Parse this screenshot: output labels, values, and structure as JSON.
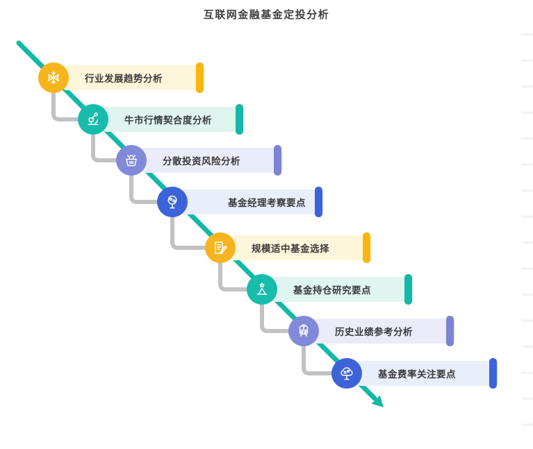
{
  "title": "互联网金融基金定投分析",
  "steps": [
    {
      "label": "行业发展趋势分析",
      "icon": "snowflake-icon",
      "theme": "yellow"
    },
    {
      "label": "牛市行情契合度分析",
      "icon": "microscope-icon",
      "theme": "teal"
    },
    {
      "label": "分散投资风险分析",
      "icon": "basket-icon",
      "theme": "purple"
    },
    {
      "label": "基金经理考察要点",
      "icon": "tree-icon",
      "theme": "blue"
    },
    {
      "label": "规模适中基金选择",
      "icon": "document-pencil-icon",
      "theme": "yellow"
    },
    {
      "label": "基金持仓研究要点",
      "icon": "mountain-star-icon",
      "theme": "teal"
    },
    {
      "label": "历史业绩参考分析",
      "icon": "train-icon",
      "theme": "purple"
    },
    {
      "label": "基金费率关注要点",
      "icon": "money-tree-icon",
      "theme": "blue"
    }
  ],
  "colors": {
    "yellow": {
      "circle": "#f6b51e",
      "pill": "#fdf6da",
      "accent": "#f9b611"
    },
    "teal": {
      "circle": "#17bcab",
      "pill": "#e0f4f0",
      "accent": "#14b8a6"
    },
    "purple": {
      "circle": "#8289d9",
      "pill": "#eaecf9",
      "accent": "#7b83d3"
    },
    "blue": {
      "circle": "#3d63d8",
      "pill": "#e9eefb",
      "accent": "#3d63d8"
    },
    "line": "#14b8a6",
    "connector": "#c2c2c2",
    "tick": "#f3f3f3"
  }
}
